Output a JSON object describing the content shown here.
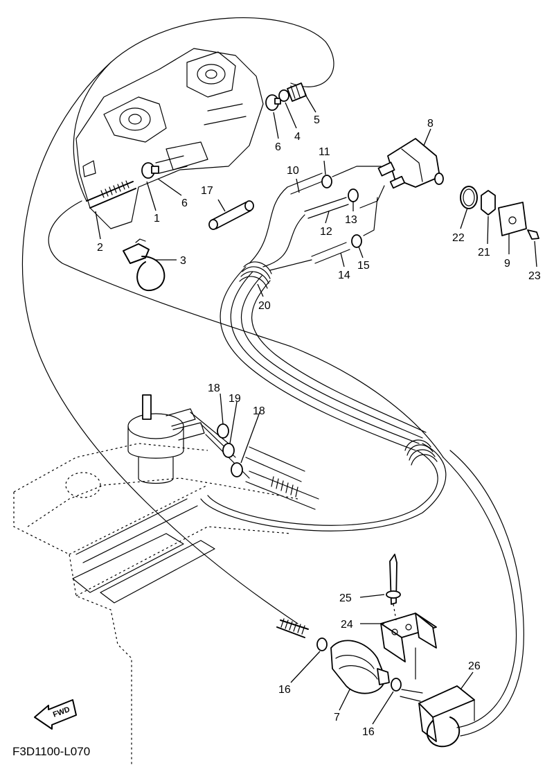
{
  "figure": {
    "reference_code": "F3D1100-L070",
    "direction_label": "FWD"
  },
  "callouts": [
    {
      "id": "c1",
      "label": "1"
    },
    {
      "id": "c2",
      "label": "2"
    },
    {
      "id": "c3",
      "label": "3"
    },
    {
      "id": "c4",
      "label": "4"
    },
    {
      "id": "c5",
      "label": "5"
    },
    {
      "id": "c6a",
      "label": "6"
    },
    {
      "id": "c6b",
      "label": "6"
    },
    {
      "id": "c7",
      "label": "7"
    },
    {
      "id": "c8",
      "label": "8"
    },
    {
      "id": "c9",
      "label": "9"
    },
    {
      "id": "c10",
      "label": "10"
    },
    {
      "id": "c11",
      "label": "11"
    },
    {
      "id": "c12",
      "label": "12"
    },
    {
      "id": "c13",
      "label": "13"
    },
    {
      "id": "c14",
      "label": "14"
    },
    {
      "id": "c15",
      "label": "15"
    },
    {
      "id": "c16a",
      "label": "16"
    },
    {
      "id": "c16b",
      "label": "16"
    },
    {
      "id": "c17",
      "label": "17"
    },
    {
      "id": "c18a",
      "label": "18"
    },
    {
      "id": "c18b",
      "label": "18"
    },
    {
      "id": "c19",
      "label": "19"
    },
    {
      "id": "c20",
      "label": "20"
    },
    {
      "id": "c21",
      "label": "21"
    },
    {
      "id": "c22",
      "label": "22"
    },
    {
      "id": "c23",
      "label": "23"
    },
    {
      "id": "c24",
      "label": "24"
    },
    {
      "id": "c25",
      "label": "25"
    },
    {
      "id": "c26",
      "label": "26"
    }
  ]
}
